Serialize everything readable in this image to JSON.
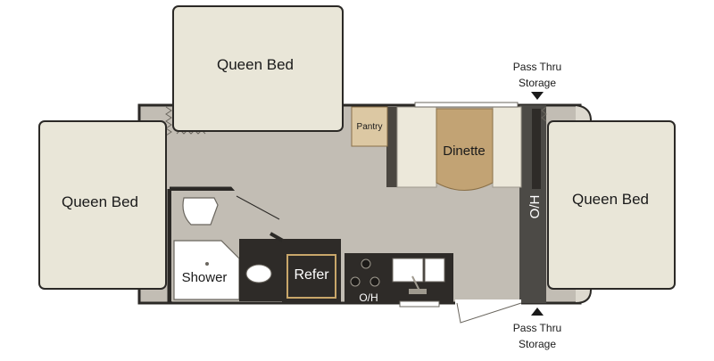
{
  "floorplan": {
    "beds": {
      "top": "Queen Bed",
      "left": "Queen Bed",
      "right": "Queen Bed"
    },
    "pantry": "Pantry",
    "dinette": "Dinette",
    "shower": "Shower",
    "refer": "Refer",
    "overhead": "O/H",
    "overhead_vertical": "O/H",
    "storage_top": [
      "Pass Thru",
      "Storage"
    ],
    "storage_bottom": [
      "Pass Thru",
      "Storage"
    ]
  },
  "colors": {
    "floor": "#c2bdb4",
    "bed": "#e9e6d8",
    "cabinet": "#2e2b28",
    "dinette_table": "#c2a374",
    "pantry": "#dcc8a3",
    "seat": "#ece8da",
    "aisle_dark": "#4c4a46",
    "wall": "#2b2926"
  }
}
